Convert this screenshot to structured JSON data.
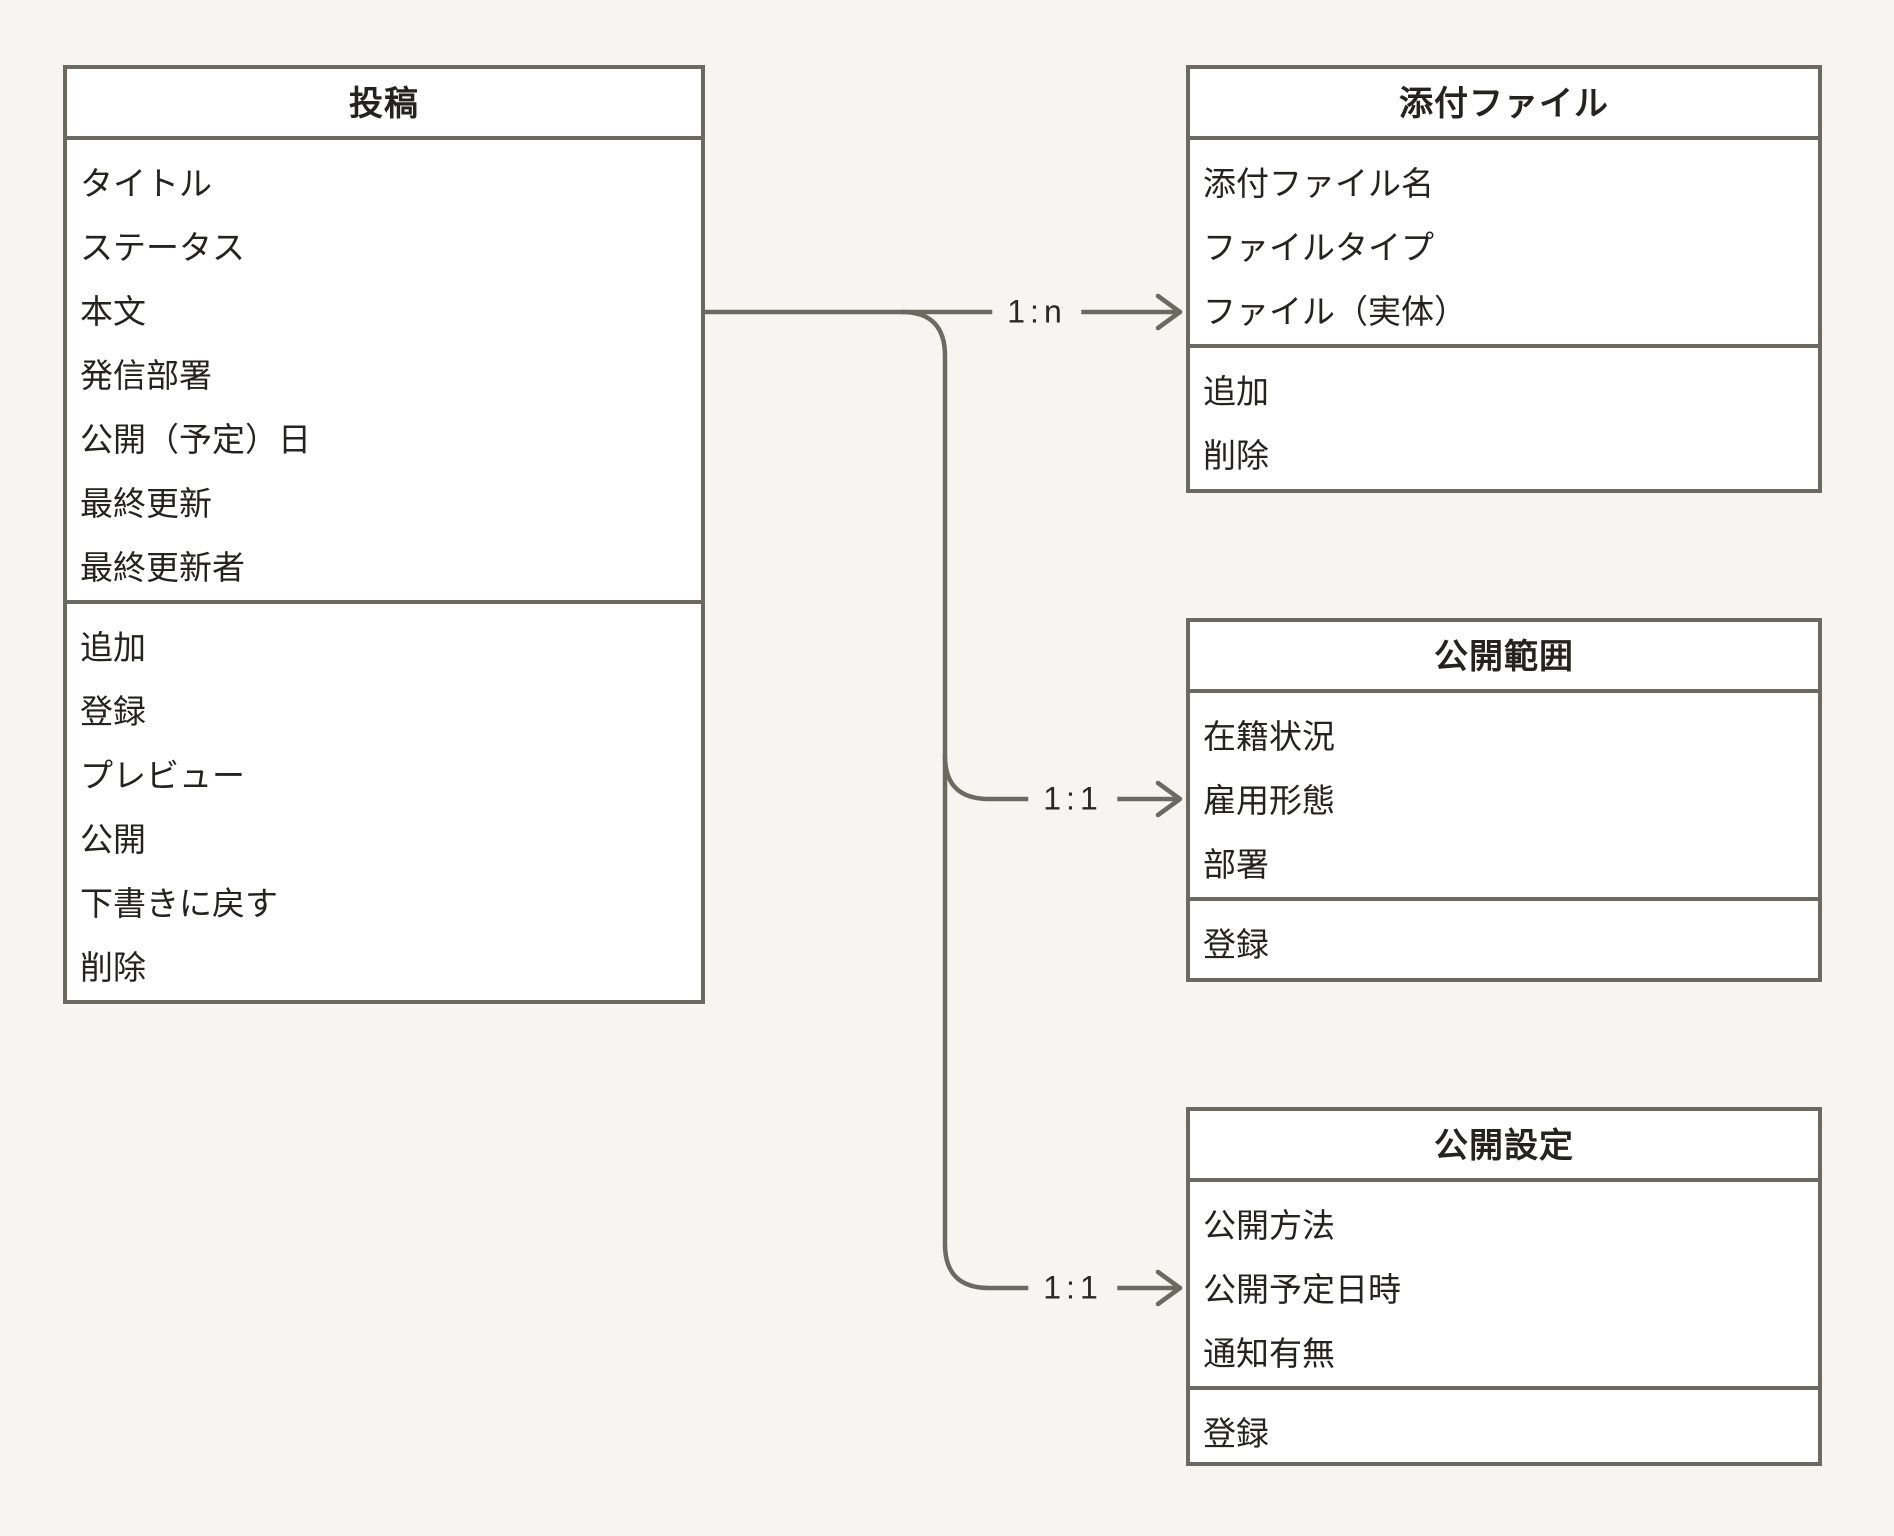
{
  "diagram": {
    "type": "entity-relationship",
    "background_color": "#f6f5f2",
    "border_color": "#6c6a60",
    "box_background_color": "#ffffff",
    "text_color": "#25231f"
  },
  "entities": [
    {
      "id": "post",
      "title": "投稿",
      "fields": [
        "タイトル",
        "ステータス",
        "本文",
        "発信部署",
        "公開（予定）日",
        "最終更新",
        "最終更新者"
      ],
      "actions": [
        "追加",
        "登録",
        "プレビュー",
        "公開",
        "下書きに戻す",
        "削除"
      ]
    },
    {
      "id": "attachment",
      "title": "添付ファイル",
      "fields": [
        "添付ファイル名",
        "ファイルタイプ",
        "ファイル（実体）"
      ],
      "actions": [
        "追加",
        "削除"
      ]
    },
    {
      "id": "scope",
      "title": "公開範囲",
      "fields": [
        "在籍状況",
        "雇用形態",
        "部署"
      ],
      "actions": [
        "登録"
      ]
    },
    {
      "id": "settings",
      "title": "公開設定",
      "fields": [
        "公開方法",
        "公開予定日時",
        "通知有無"
      ],
      "actions": [
        "登録"
      ]
    }
  ],
  "relations": [
    {
      "from": "投稿",
      "to": "添付ファイル",
      "label": "1:n"
    },
    {
      "from": "投稿",
      "to": "公開範囲",
      "label": "1:1"
    },
    {
      "from": "投稿",
      "to": "公開設定",
      "label": "1:1"
    }
  ]
}
